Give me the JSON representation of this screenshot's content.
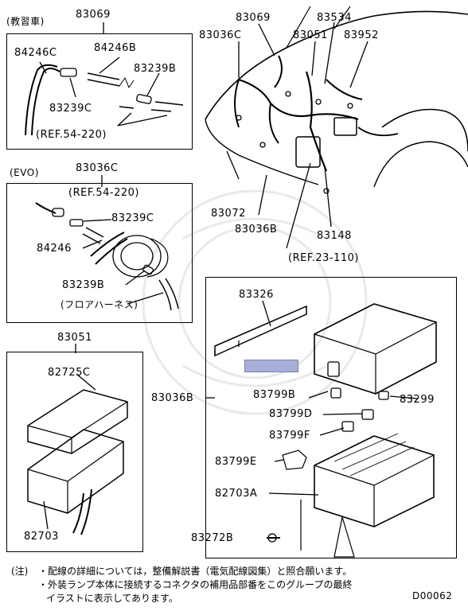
{
  "panel_kyoshu": {
    "title": "(教習車)",
    "top_part": "83069",
    "parts": [
      "84246C",
      "84246B",
      "83239B",
      "83239C"
    ],
    "ref": "(REF.54-220)"
  },
  "panel_evo": {
    "title": "(EVO)",
    "top_part": "83036C",
    "ref": "(REF.54-220)",
    "parts": [
      "83239C",
      "84246",
      "83239B"
    ],
    "floor_harness": "(フロアハーネス)"
  },
  "panel_83051": {
    "top_part": "83051",
    "parts": [
      "82725C",
      "82703"
    ]
  },
  "main_view": {
    "parts_top": [
      "83069",
      "83534",
      "83036C",
      "83051",
      "83952"
    ],
    "parts_bottom": [
      "83072",
      "83036B",
      "83148"
    ],
    "ref": "(REF.23-110)"
  },
  "detail_panel": {
    "side_label": "83036B",
    "parts": [
      "83326",
      "83799B",
      "83299",
      "83799D",
      "83799F",
      "83799E",
      "82703A",
      "83272B"
    ]
  },
  "notes": {
    "prefix": "(注)",
    "line1": "・配線の詳細については，整備解説書（電気配線図集）と照合願います。",
    "line2": "・外装ランプ本体に接続するコネクタの補用品部番をこのグループの最終",
    "line3": "イラストに表示してあります。"
  },
  "diagram_id": "D00062",
  "colors": {
    "highlight": "#a8aed8",
    "line": "#000000"
  }
}
